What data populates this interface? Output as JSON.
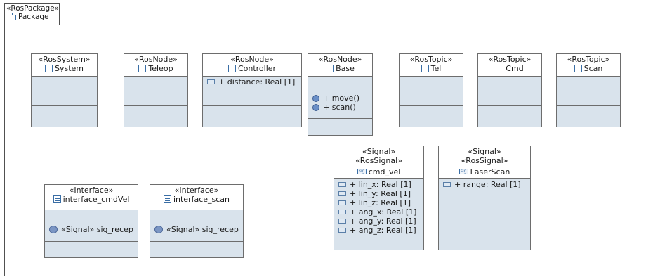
{
  "package": {
    "stereotype": "«RosPackage»",
    "name": "Package"
  },
  "classes": {
    "system": {
      "stereotype": "«RosSystem»",
      "name": "System"
    },
    "teleop": {
      "stereotype": "«RosNode»",
      "name": "Teleop"
    },
    "controller": {
      "stereotype": "«RosNode»",
      "name": "Controller",
      "attributes": [
        "+ distance: Real [1]"
      ]
    },
    "base": {
      "stereotype": "«RosNode»",
      "name": "Base",
      "operations": [
        "+ move()",
        "+ scan()"
      ]
    },
    "tel": {
      "stereotype": "«RosTopic»",
      "name": "Tel"
    },
    "cmd": {
      "stereotype": "«RosTopic»",
      "name": "Cmd"
    },
    "scan": {
      "stereotype": "«RosTopic»",
      "name": "Scan"
    },
    "cmd_vel": {
      "stereotype1": "«Signal»",
      "stereotype2": "«RosSignal»",
      "name": "cmd_vel",
      "attributes": [
        "+ lin_x: Real [1]",
        "+ lin_y: Real [1]",
        "+ lin_z: Real [1]",
        "+ ang_x: Real [1]",
        "+ ang_y: Real [1]",
        "+ ang_z: Real [1]"
      ]
    },
    "laserscan": {
      "stereotype1": "«Signal»",
      "stereotype2": "«RosSignal»",
      "name": "LaserScan",
      "attributes": [
        "+ range: Real [1]"
      ]
    },
    "interface_cmdvel": {
      "stereotype": "«Interface»",
      "name": "interface_cmdVel",
      "receptions": [
        "«Signal» sig_recep"
      ]
    },
    "interface_scan": {
      "stereotype": "«Interface»",
      "name": "interface_scan",
      "receptions": [
        "«Signal» sig_recep"
      ]
    }
  },
  "icons": {
    "class": "class-icon",
    "property": "property-icon",
    "operation": "operation-icon",
    "signal": "signal-icon",
    "interface": "interface-icon",
    "reception": "reception-icon",
    "package": "package-icon"
  }
}
